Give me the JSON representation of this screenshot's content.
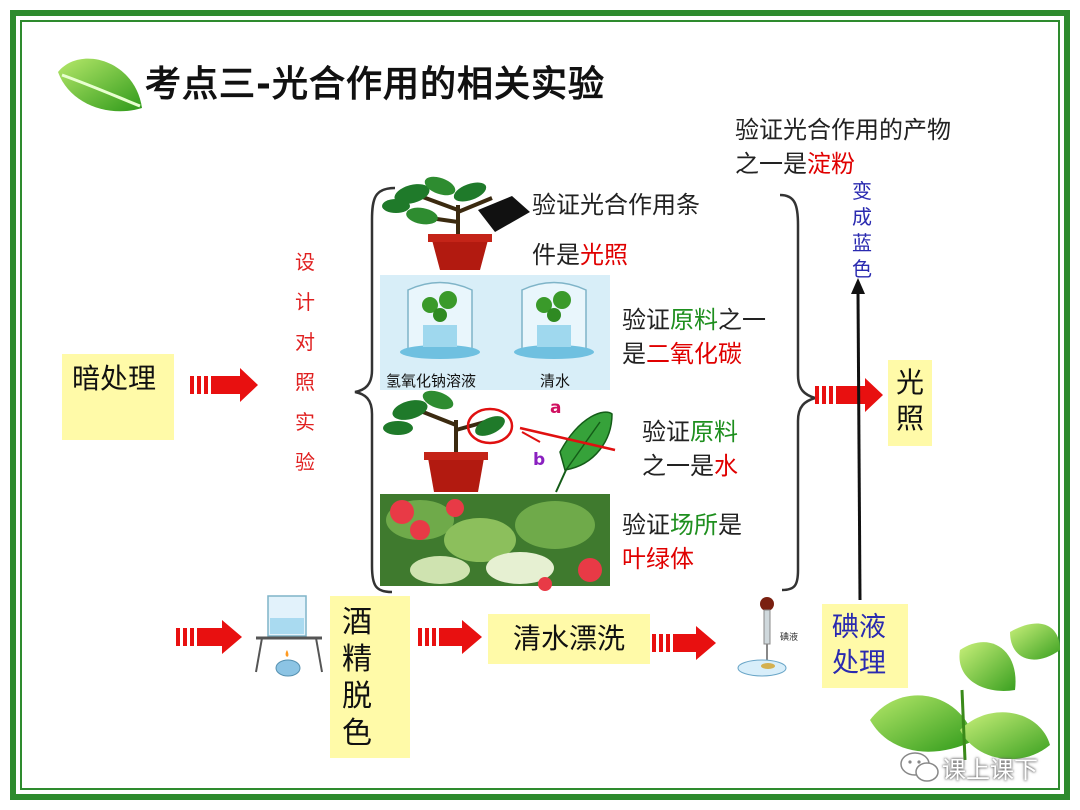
{
  "title": "考点三-光合作用的相关实验",
  "left_box": "暗处理",
  "design_label": [
    "设",
    "计",
    "对",
    "照",
    "实",
    "验"
  ],
  "experiments": {
    "light": {
      "prefix": "验证光合作用条",
      "line2": "件是",
      "keyword": "光照"
    },
    "co2": {
      "prefix": "验证",
      "kw1": "原料",
      "mid": "之一",
      "line2": "是",
      "kw2": "二氧化碳"
    },
    "jar_labels": {
      "left": "氢氧化钠溶液",
      "right": "清水"
    },
    "water": {
      "prefix": "验证",
      "kw1": "原料",
      "line2": "之一是",
      "kw2": "水"
    },
    "leaf_marks": {
      "a": "a",
      "b": "b"
    },
    "chloro": {
      "prefix": "验证",
      "kw1": "场所",
      "mid": "是",
      "kw2": "叶绿体"
    }
  },
  "light_box": "光照",
  "product": {
    "line1": "验证光合作用的产物",
    "line2_prefix": "之一是",
    "keyword": "淀粉"
  },
  "blue_label": [
    "变",
    "成",
    "蓝",
    "色"
  ],
  "steps": {
    "alcohol": "酒精脱色",
    "rinse": "清水漂洗",
    "iodine": "碘液处理",
    "dropper_label": "碘液"
  },
  "watermark": "课上课下",
  "colors": {
    "border": "#2e8b2e",
    "arrow": "#e81010",
    "box": "#fffaa8",
    "keyword_red": "#e00000",
    "keyword_green": "#1e8f1e"
  }
}
